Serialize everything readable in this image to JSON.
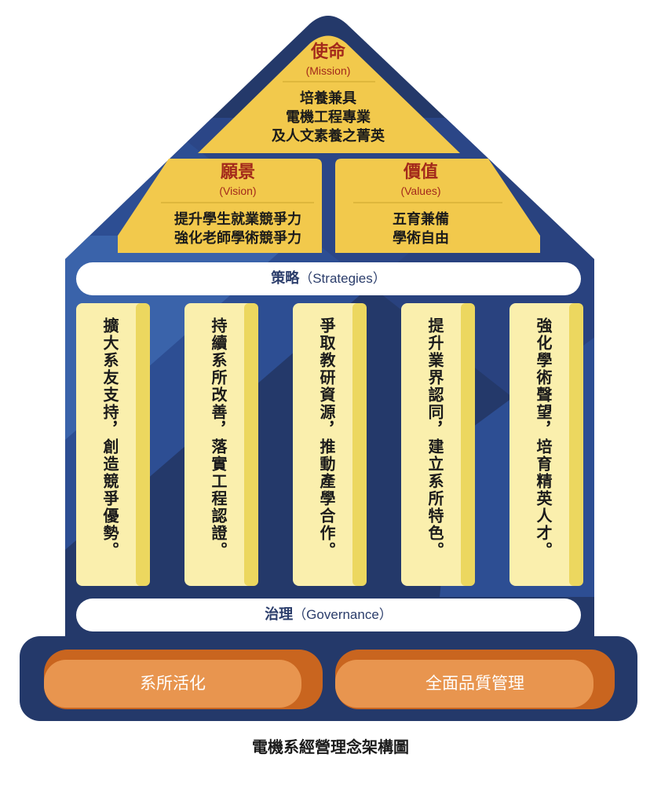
{
  "mission": {
    "heading": "使命",
    "sub": "(Mission)",
    "lines": [
      "培養兼具",
      "電機工程專業",
      "及人文素養之菁英"
    ]
  },
  "vision": {
    "heading": "願景",
    "sub": "(Vision)",
    "lines": [
      "提升學生就業競爭力",
      "強化老師學術競爭力"
    ]
  },
  "values": {
    "heading": "價值",
    "sub": "(Values)",
    "lines": [
      "五育兼備",
      "學術自由"
    ]
  },
  "strategies": {
    "zh": "策略",
    "en": "（Strategies）"
  },
  "pillars": [
    "擴大系友支持，創造競爭優勢。",
    "持續系所改善，落實工程認證。",
    "爭取教研資源，推動產學合作。",
    "提升業界認同，建立系所特色。",
    "強化學術聲望，培育精英人才。"
  ],
  "governance": {
    "zh": "治理",
    "en": "（Governance）"
  },
  "base": [
    "系所活化",
    "全面品質管理"
  ],
  "caption": "電機系經營理念架構圖",
  "colors": {
    "navy": "#24396a",
    "blue": "#2d4e93",
    "blue_light": "#3a63aa",
    "gold": "#f2c94c",
    "pillar_light": "#faefad",
    "pillar_edge": "#ecd75f",
    "orange": "#e8954f",
    "orange_dark": "#c9651f",
    "heading_red": "#a3291b"
  }
}
